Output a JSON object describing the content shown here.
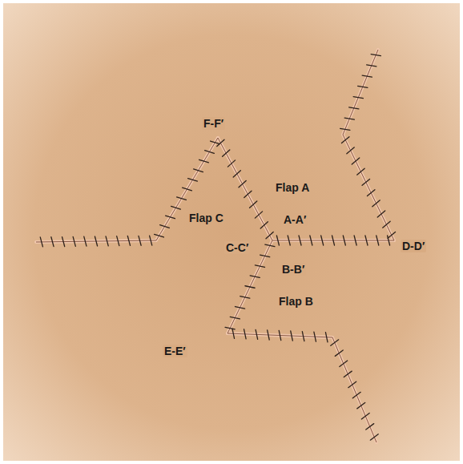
{
  "diagram": {
    "labels": [
      "F-F′",
      "Flap A",
      "Flap C",
      "A-A′",
      "C-C′",
      "D-D′",
      "B-B′",
      "Flap B",
      "E-E′"
    ]
  }
}
